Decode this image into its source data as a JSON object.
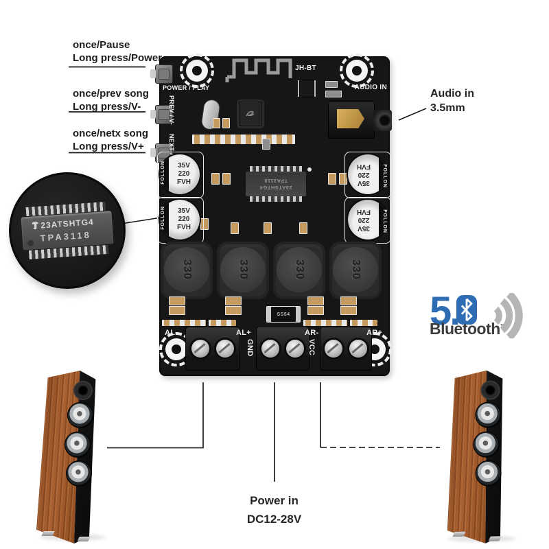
{
  "annotations": {
    "button_functions": [
      {
        "line1": "once/Pause",
        "line2": "Long press/Power"
      },
      {
        "line1": "once/prev song",
        "line2": "Long press/V-"
      },
      {
        "line1": "once/netx song",
        "line2": "Long press/V+"
      }
    ],
    "audio_in": {
      "line1": "Audio in",
      "line2": "3.5mm"
    },
    "power_in": {
      "line1": "Power in",
      "line2": "DC12-28V"
    }
  },
  "board": {
    "silkscreen": {
      "power_play": "POWER / PLAY",
      "prev_vol": "PREV / V-",
      "next_vol": "NEXT / V+",
      "module": "JH-BT",
      "audio_in": "AUDIO IN",
      "al_minus": "AL-",
      "al_plus": "AL+",
      "gnd": "GND",
      "vcc": "VCC",
      "ar_minus": "AR-",
      "ar_plus": "AR+"
    },
    "main_chip": {
      "line1": "23ATSHTG4",
      "line2": "TPA3118"
    },
    "capacitor": {
      "line1": "35V",
      "line2": "220",
      "line3": "FVH",
      "brand": "FOLLON"
    },
    "inductor_marking": "330",
    "diode_marking": "SS54"
  },
  "bluetooth_logo": {
    "version": "5.",
    "brand": "Bluetooth",
    "trademark": "™"
  },
  "colors": {
    "bluetooth_blue": "#2e6db4",
    "pcb_black": "#161616",
    "wood_brown": "#9a5527",
    "sound_wave_gray": "#b5b5b5",
    "annotation_text": "#1d1d1d"
  }
}
